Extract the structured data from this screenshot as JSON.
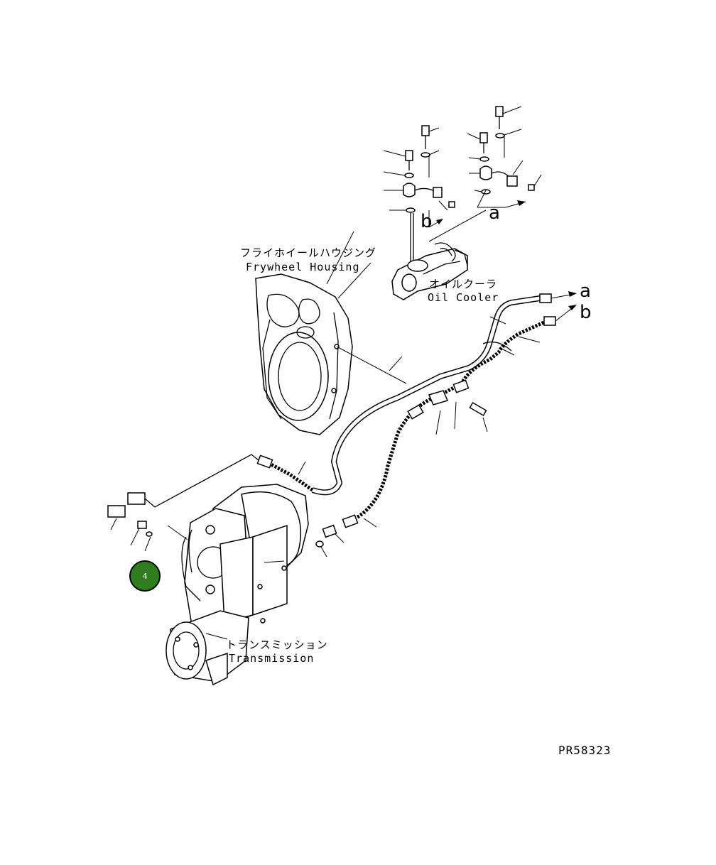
{
  "labels": {
    "flywheel_jp": "フライホイールハウジング",
    "flywheel_en": "Frywheel Housing",
    "oil_cooler_jp": "オイルクーラ",
    "oil_cooler_en": "Oil Cooler",
    "transmission_jp": "トランスミッション",
    "transmission_en": "Transmission",
    "ref_a_top": "a",
    "ref_b_top": "b",
    "ref_a_right": "a",
    "ref_b_right": "b",
    "drawing_number": "PR58323"
  },
  "callout_badge": {
    "number": "4",
    "color": "#2e7d1e"
  }
}
